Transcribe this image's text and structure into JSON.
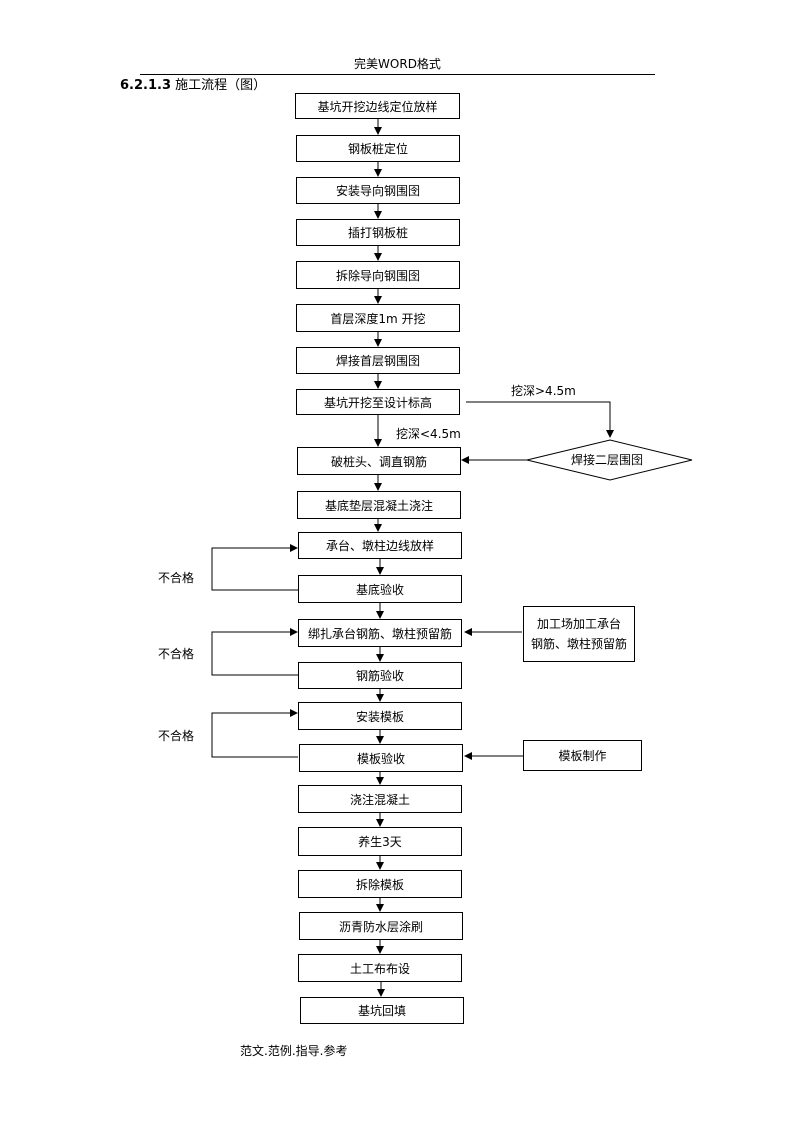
{
  "header": {
    "title": "完美WORD格式"
  },
  "section": {
    "number": "6.2.1.3",
    "title": "施工流程（图）"
  },
  "steps": [
    "基坑开挖边线定位放样",
    "钢板桩定位",
    "安装导向钢围囹",
    "插打钢板桩",
    "拆除导向钢围囹",
    "首层深度1m 开挖",
    "焊接首层钢围囹",
    "基坑开挖至设计标高",
    "破桩头、调直钢筋",
    "基底垫层混凝土浇注",
    "承台、墩柱边线放样",
    "基底验收",
    "绑扎承台钢筋、墩柱预留筋",
    "钢筋验收",
    "安装模板",
    "模板验收",
    "浇注混凝土",
    "养生3天",
    "拆除模板",
    "沥青防水层涂刷",
    "土工布布设",
    "基坑回填"
  ],
  "branch": {
    "deep_label": "挖深>4.5m",
    "shallow_label": "挖深<4.5m",
    "diamond": "焊接二层围囹"
  },
  "side_inputs": {
    "rebar_line1": "加工场加工承台",
    "rebar_line2": "钢筋、墩柱预留筋",
    "formwork": "模板制作"
  },
  "loops": {
    "fail_label": "不合格"
  },
  "footer": {
    "text": "范文.范例.指导.参考"
  }
}
